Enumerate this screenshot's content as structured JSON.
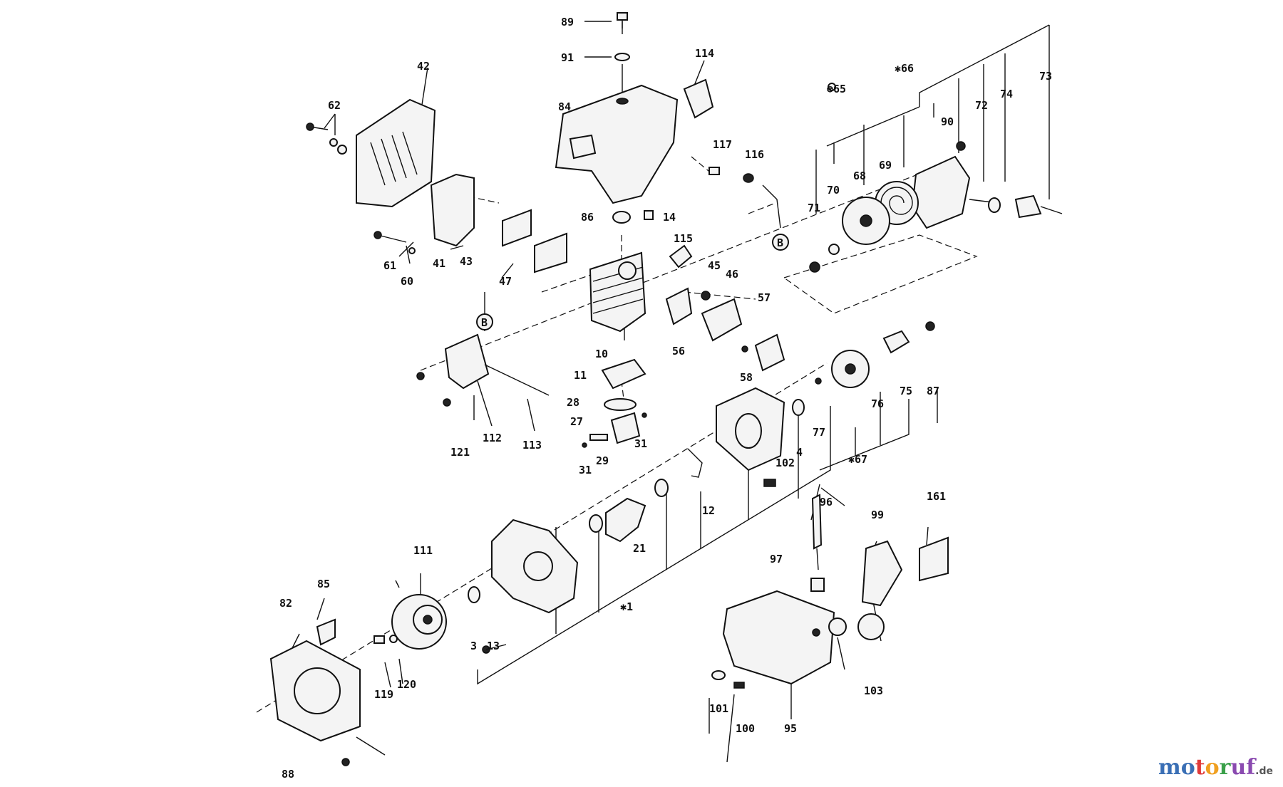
{
  "diagram": {
    "callouts": [
      {
        "id": "89",
        "text": "89"
      },
      {
        "id": "91",
        "text": "91"
      },
      {
        "id": "114",
        "text": "114"
      },
      {
        "id": "84",
        "text": "84"
      },
      {
        "id": "42",
        "text": "42"
      },
      {
        "id": "62",
        "text": "62"
      },
      {
        "id": "65",
        "text": "⊛65"
      },
      {
        "id": "66",
        "text": "✱66"
      },
      {
        "id": "73",
        "text": "73"
      },
      {
        "id": "72",
        "text": "72"
      },
      {
        "id": "74",
        "text": "74"
      },
      {
        "id": "90",
        "text": "90"
      },
      {
        "id": "68",
        "text": "68"
      },
      {
        "id": "69",
        "text": "69"
      },
      {
        "id": "70",
        "text": "70"
      },
      {
        "id": "71",
        "text": "71"
      },
      {
        "id": "117",
        "text": "117"
      },
      {
        "id": "116",
        "text": "116"
      },
      {
        "id": "86",
        "text": "86"
      },
      {
        "id": "14",
        "text": "14"
      },
      {
        "id": "115",
        "text": "115"
      },
      {
        "id": "61",
        "text": "61"
      },
      {
        "id": "60",
        "text": "60"
      },
      {
        "id": "41",
        "text": "41"
      },
      {
        "id": "43",
        "text": "43"
      },
      {
        "id": "47",
        "text": "47"
      },
      {
        "id": "45",
        "text": "45"
      },
      {
        "id": "46",
        "text": "46"
      },
      {
        "id": "57",
        "text": "57"
      },
      {
        "id": "10",
        "text": "10"
      },
      {
        "id": "56",
        "text": "56"
      },
      {
        "id": "58",
        "text": "58"
      },
      {
        "id": "11",
        "text": "11"
      },
      {
        "id": "28",
        "text": "28"
      },
      {
        "id": "27",
        "text": "27"
      },
      {
        "id": "31a",
        "text": "31"
      },
      {
        "id": "31b",
        "text": "31"
      },
      {
        "id": "29",
        "text": "29"
      },
      {
        "id": "121",
        "text": "121"
      },
      {
        "id": "112",
        "text": "112"
      },
      {
        "id": "113",
        "text": "113"
      },
      {
        "id": "87",
        "text": "87"
      },
      {
        "id": "75",
        "text": "75"
      },
      {
        "id": "76",
        "text": "76"
      },
      {
        "id": "77",
        "text": "77"
      },
      {
        "id": "67",
        "text": "✱67"
      },
      {
        "id": "4",
        "text": "4"
      },
      {
        "id": "102",
        "text": "102"
      },
      {
        "id": "12",
        "text": "12"
      },
      {
        "id": "21",
        "text": "21"
      },
      {
        "id": "96",
        "text": "96"
      },
      {
        "id": "99",
        "text": "99"
      },
      {
        "id": "161",
        "text": "161"
      },
      {
        "id": "97",
        "text": "97"
      },
      {
        "id": "1",
        "text": "✱1"
      },
      {
        "id": "111",
        "text": "111"
      },
      {
        "id": "85",
        "text": "85"
      },
      {
        "id": "82",
        "text": "82"
      },
      {
        "id": "3",
        "text": "3"
      },
      {
        "id": "13",
        "text": "13"
      },
      {
        "id": "119",
        "text": "119"
      },
      {
        "id": "120",
        "text": "120"
      },
      {
        "id": "101",
        "text": "101"
      },
      {
        "id": "100",
        "text": "100"
      },
      {
        "id": "95",
        "text": "95"
      },
      {
        "id": "103",
        "text": "103"
      },
      {
        "id": "88",
        "text": "88"
      },
      {
        "id": "Ba",
        "text": "B"
      },
      {
        "id": "Bb",
        "text": "B"
      }
    ]
  },
  "watermark": {
    "p1": "mo",
    "p2": "t",
    "p3": "o",
    "p4": "r",
    "p5": "uf",
    "tld": ".de"
  }
}
